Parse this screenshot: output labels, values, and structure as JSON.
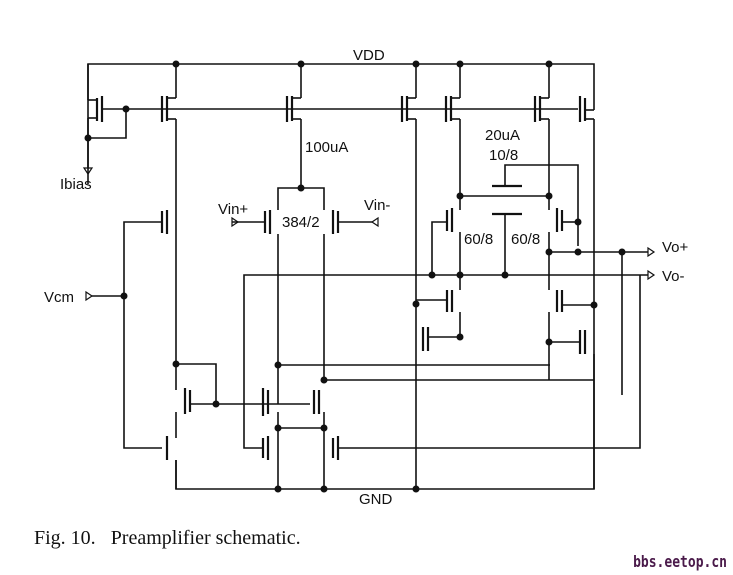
{
  "figure": {
    "caption_label": "Fig. 10.",
    "caption_text": "Preamplifier schematic.",
    "watermark": "bbs.eetop.cn"
  },
  "labels": {
    "vdd": "VDD",
    "gnd": "GND",
    "ibias": "Ibias",
    "tail_current": "100uA",
    "input_size": "384/2",
    "vin_plus": "Vin+",
    "vin_minus": "Vin-",
    "vcm": "Vcm",
    "load_current": "20uA",
    "load_size": "10/8",
    "left_size": "60/8",
    "right_size": "60/8",
    "vo_plus": "Vo+",
    "vo_minus": "Vo-"
  }
}
